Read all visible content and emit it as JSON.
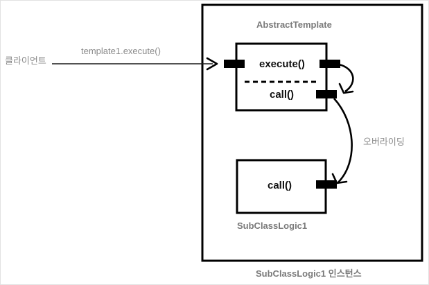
{
  "diagram": {
    "title_caption": "SubClassLogic1 인스턴스",
    "outer_container": {
      "label": "AbstractTemplate"
    },
    "actor": {
      "label": "클라이언트"
    },
    "messages": {
      "client_call": "template1.execute()",
      "overriding": "오버라이딩"
    },
    "abstract_template": {
      "name": "AbstractTemplate",
      "methods": [
        {
          "name": "execute()",
          "port": "execute-port"
        },
        {
          "name": "call()",
          "port": "call-port"
        }
      ],
      "separator": "dashed"
    },
    "subclass": {
      "name": "SubClassLogic1",
      "methods": [
        {
          "name": "call()",
          "port": "call-port"
        }
      ]
    },
    "colors": {
      "stroke": "#000000",
      "label_gray": "#7a7a7a",
      "label_gray_light": "#8a8a8a",
      "method_text": "#111111",
      "background": "#ffffff",
      "page_border": "#e2e2e2"
    }
  }
}
